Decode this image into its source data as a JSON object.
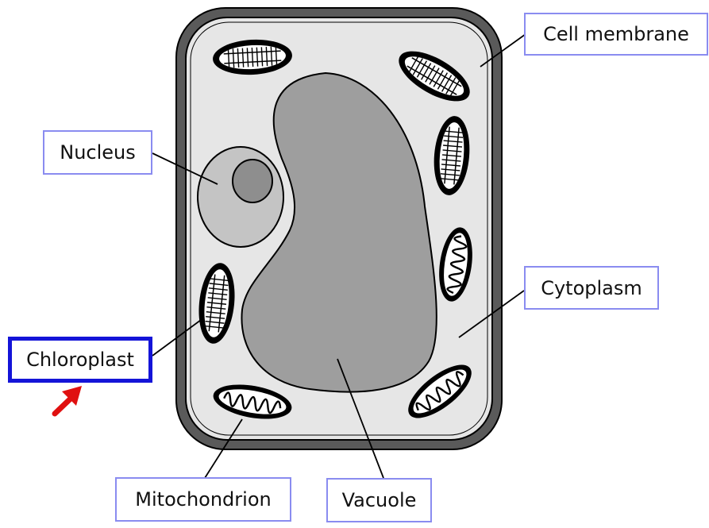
{
  "labels": {
    "cell_membrane": "Cell membrane",
    "nucleus": "Nucleus",
    "cytoplasm": "Cytoplasm",
    "chloroplast": "Chloroplast",
    "mitochondrion": "Mitochondrion",
    "vacuole": "Vacuole"
  },
  "highlighted_label": "chloroplast",
  "colors": {
    "cell_wall": "#5a5a5a",
    "cytoplasm": "#e6e6e6",
    "vacuole": "#9e9e9e",
    "nucleus": "#c4c4c4",
    "nucleolus": "#8e8e8e",
    "label_border": "#8a8cf0",
    "highlight_border": "#1414d8",
    "arrow": "#e01010"
  }
}
